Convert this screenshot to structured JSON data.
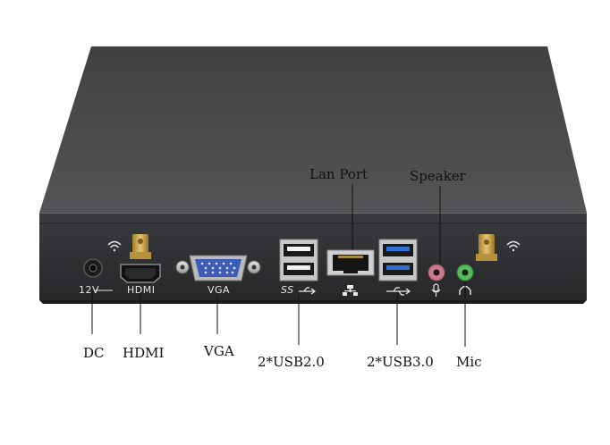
{
  "callouts": {
    "lan_port": "Lan Port",
    "speaker": "Speaker",
    "dc": "DC",
    "hdmi": "HDMI",
    "vga": "VGA",
    "usb2": "2*USB2.0",
    "usb3": "2*USB3.0",
    "mic": "Mic"
  },
  "panel_markings": {
    "dc_voltage": "12V",
    "hdmi": "HDMI",
    "vga": "VGA",
    "usb2_logo": "SS",
    "lan_icon": "lan-icon",
    "usb3_icon": "usb-icon",
    "mic_icon": "mic-icon",
    "headphone_icon": "headphone-icon",
    "wifi_icon": "wifi-icon"
  },
  "colors": {
    "chassis_top": "#4a4b4d",
    "chassis_front": "#2f3033",
    "usb3_blue": "#2f6fd6",
    "vga_blue": "#3b5bb8",
    "speaker_pink": "#c77b8a",
    "mic_green": "#58b85b",
    "antenna_gold": "#c9a44a"
  }
}
